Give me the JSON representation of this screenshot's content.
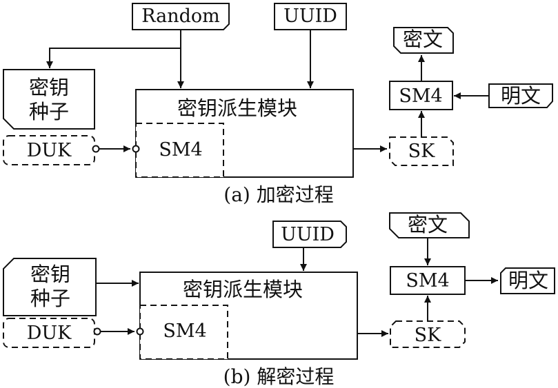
{
  "encrypt": {
    "random": "Random",
    "uuid": "UUID",
    "seed_line1": "密钥",
    "seed_line2": "种子",
    "duk": "DUK",
    "kdf_title": "密钥派生模块",
    "kdf_sm4": "SM4",
    "sk": "SK",
    "sm4": "SM4",
    "plaintext": "明文",
    "ciphertext": "密文",
    "caption": "(a) 加密过程"
  },
  "decrypt": {
    "uuid": "UUID",
    "seed_line1": "密钥",
    "seed_line2": "种子",
    "duk": "DUK",
    "kdf_title": "密钥派生模块",
    "kdf_sm4": "SM4",
    "sk": "SK",
    "sm4": "SM4",
    "ciphertext": "密文",
    "plaintext": "明文",
    "caption": "(b) 解密过程"
  }
}
